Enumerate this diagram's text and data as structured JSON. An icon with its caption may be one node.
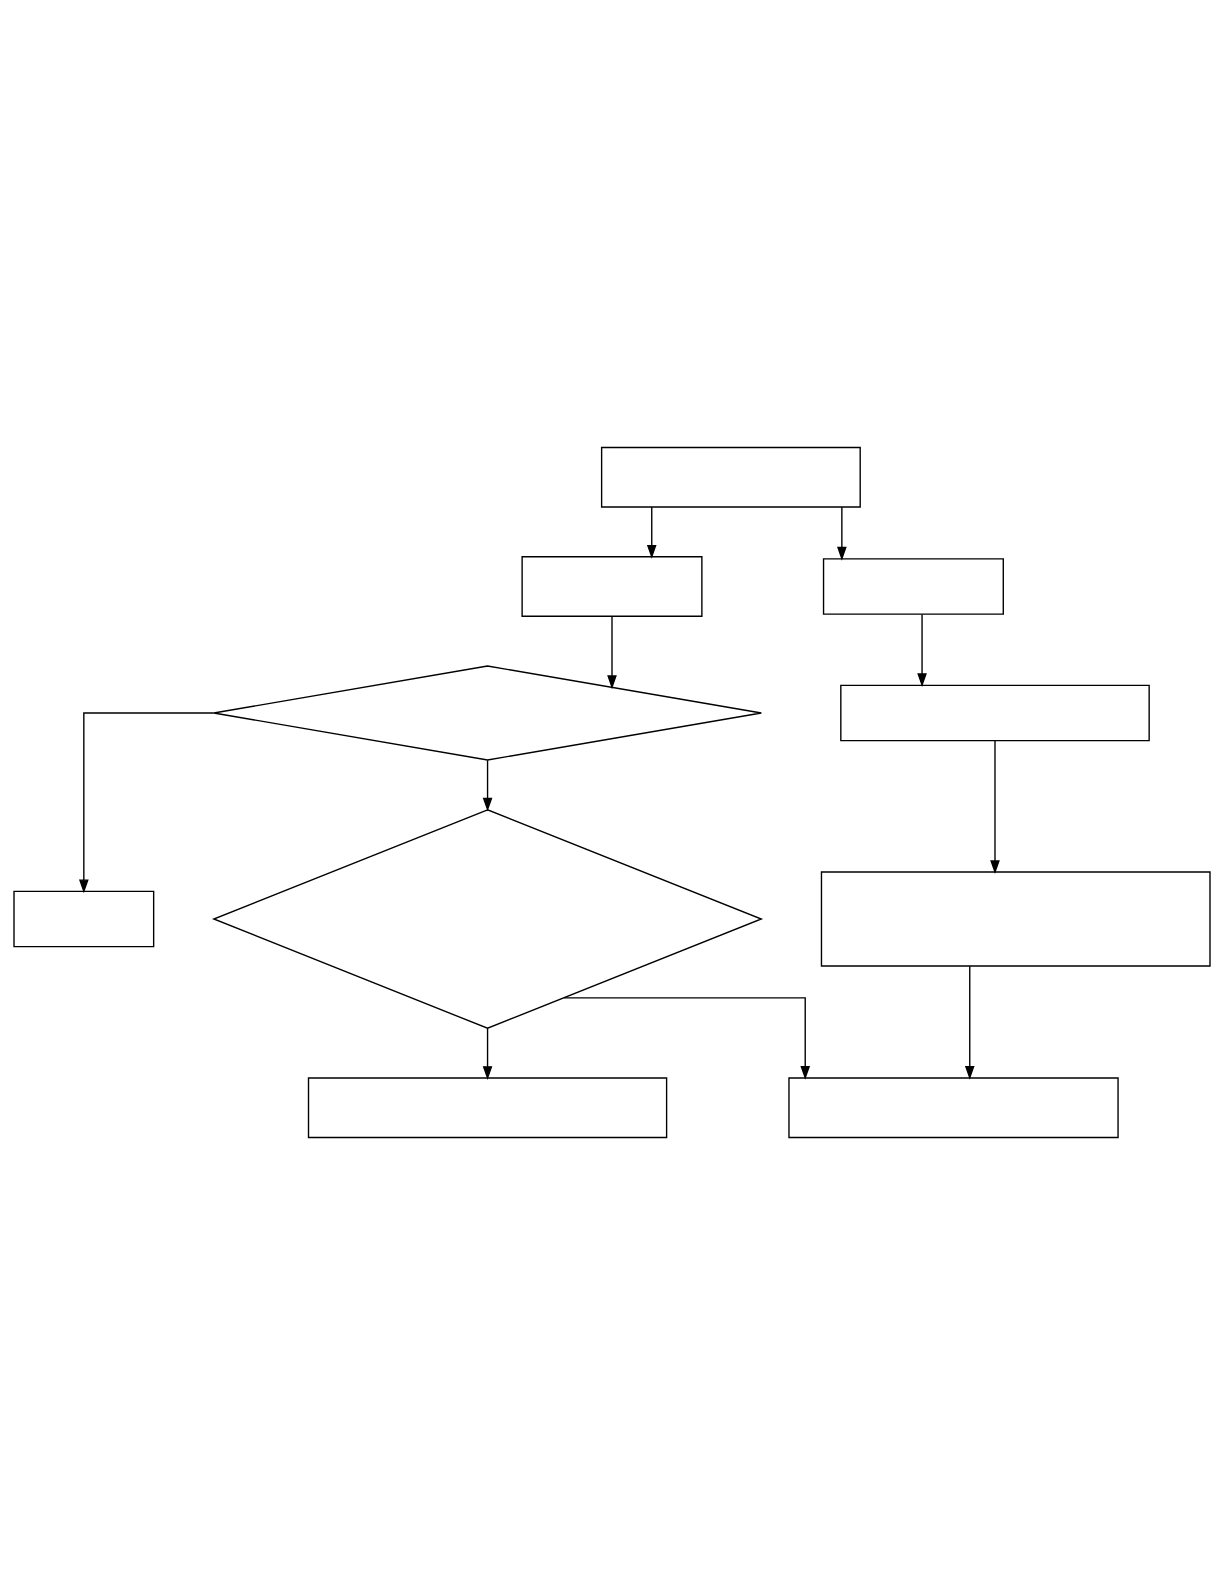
{
  "diagram": {
    "nodes": [
      {
        "text": [],
        "shape": "box"
      },
      {
        "text": [],
        "shape": "box"
      },
      {
        "text": [],
        "shape": "box"
      },
      {
        "text": [],
        "shape": "box"
      },
      {
        "text": [],
        "shape": "diamond"
      },
      {
        "text": [],
        "shape": "box"
      },
      {
        "text": [],
        "shape": "box"
      },
      {
        "text": [],
        "shape": "diamond"
      },
      {
        "text": [],
        "shape": "box"
      },
      {
        "text": [],
        "shape": "box"
      }
    ],
    "edges": [
      {
        "from": 0,
        "to": 1,
        "arrow": "to"
      },
      {
        "from": 0,
        "to": 2,
        "arrow": "to"
      },
      {
        "from": 1,
        "to": 4,
        "arrow": "to"
      },
      {
        "from": 2,
        "to": 3,
        "arrow": "to"
      },
      {
        "from": 4,
        "to": 6,
        "arrow": "to"
      },
      {
        "from": 4,
        "to": 7,
        "arrow": "to"
      },
      {
        "from": 3,
        "to": 5,
        "arrow": "to"
      },
      {
        "from": 7,
        "to": 8,
        "arrow": "to"
      },
      {
        "from": 7,
        "to": 9,
        "arrow": "to"
      },
      {
        "from": 5,
        "to": 9,
        "arrow": "to"
      }
    ]
  }
}
